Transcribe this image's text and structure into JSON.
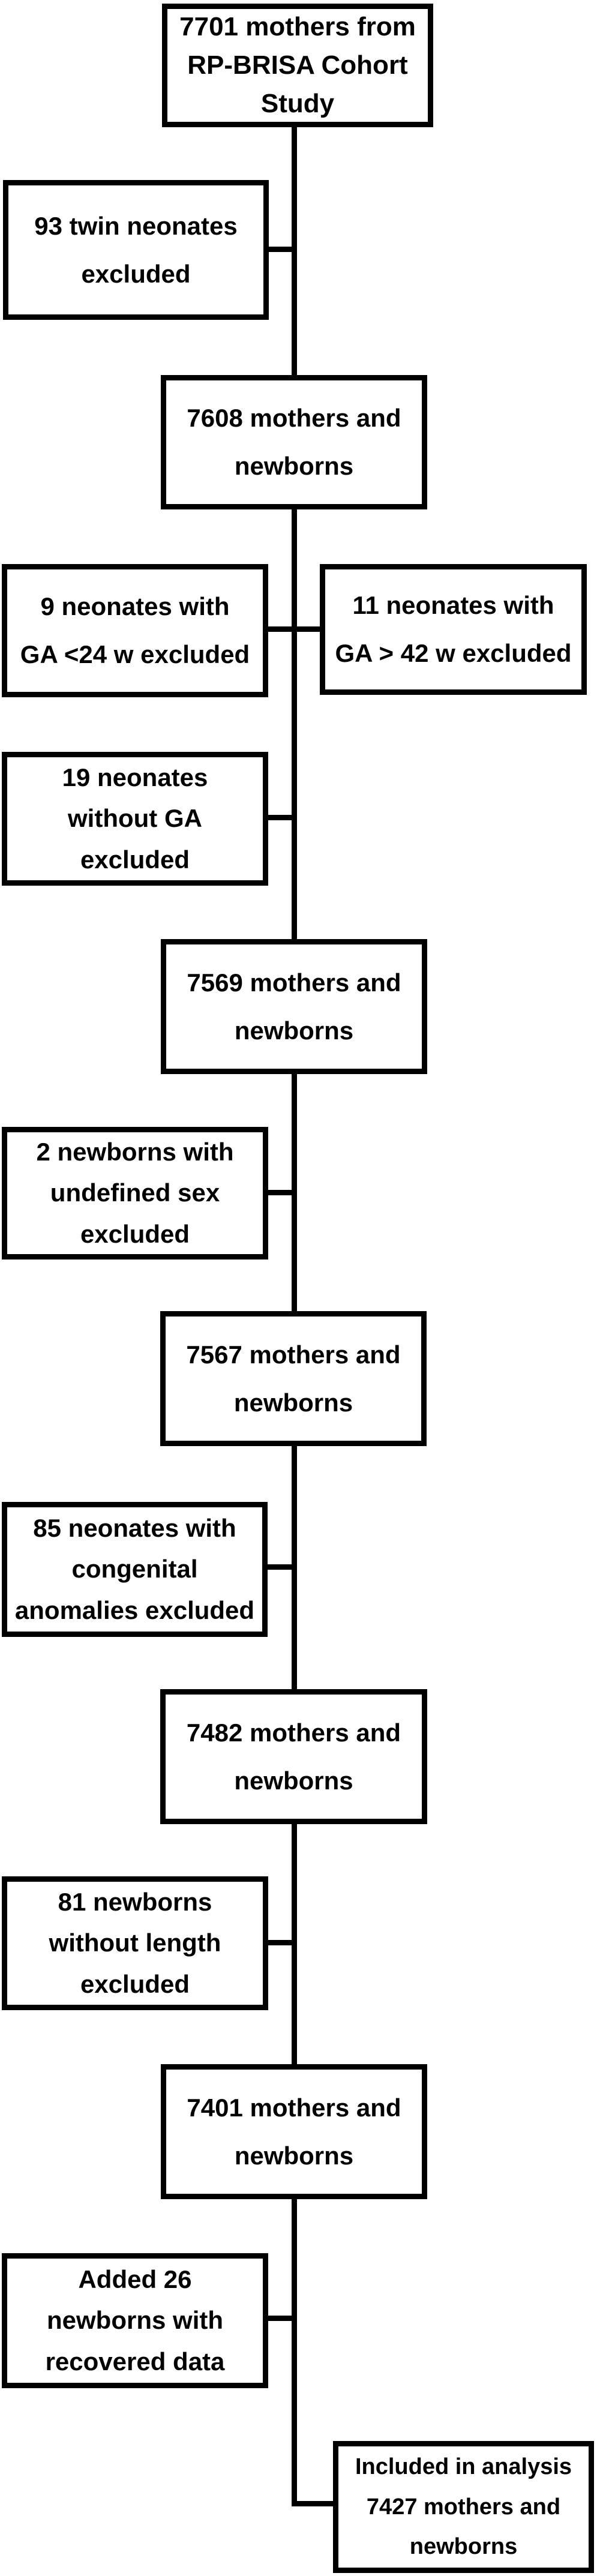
{
  "flowchart": {
    "title": "RP-BRISA Cohort Study participant flow diagram",
    "colors": {
      "line": "#000000",
      "box_border": "#000000",
      "box_fill": "#ffffff",
      "text": "#000000",
      "background": "#ffffff"
    },
    "boxes": {
      "source": {
        "text": "7701 mothers from\nRP-BRISA Cohort\nStudy"
      },
      "twins": {
        "text": "93 twin neonates\nexcluded"
      },
      "after_twins": {
        "text": "7608 mothers and\nnewborns"
      },
      "ga_low": {
        "text": "9 neonates with\nGA <24 w excluded"
      },
      "ga_high": {
        "text": "11 neonates with\nGA > 42 w excluded"
      },
      "no_ga": {
        "text": "19 neonates\nwithout GA\nexcluded"
      },
      "after_ga": {
        "text": "7569 mothers and\nnewborns"
      },
      "sex": {
        "text": "2 newborns with\nundefined sex\nexcluded"
      },
      "after_sex": {
        "text": "7567 mothers and\nnewborns"
      },
      "anomalies": {
        "text": "85 neonates with\ncongenital\nanomalies excluded"
      },
      "after_anomalies": {
        "text": "7482 mothers and\nnewborns"
      },
      "length": {
        "text": "81 newborns\nwithout length\nexcluded"
      },
      "after_length": {
        "text": "7401 mothers and\nnewborns"
      },
      "added": {
        "text": "Added 26\nnewborns with\nrecovered data"
      },
      "final": {
        "text": "Included in analysis\n7427 mothers and\nnewborns"
      }
    }
  }
}
